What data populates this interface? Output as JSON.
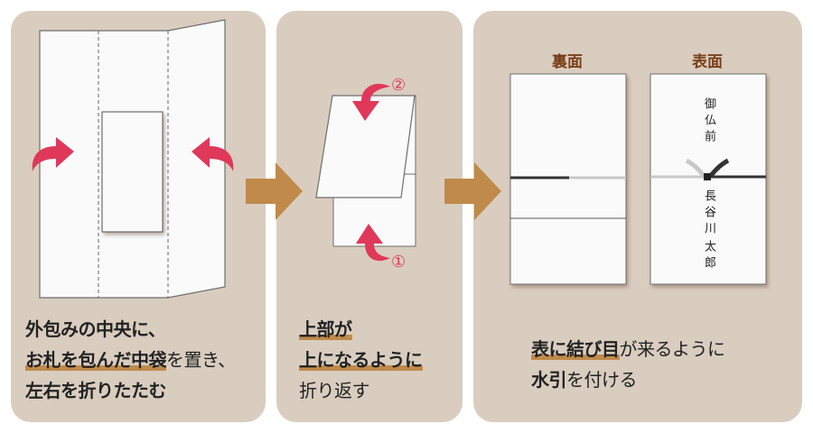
{
  "colors": {
    "panel_bg": "#d9cdbf",
    "step_arrow": "#c08a4a",
    "fold_arrow": "#e0385a",
    "underline": "#c08a4a",
    "face_label": "#7a3f1a",
    "paper": "#fafafa"
  },
  "steps": [
    {
      "id": 1,
      "caption": {
        "line1": "外包みの中央に、",
        "line2_highlight": "お札を包んだ中袋",
        "line2_rest": "を置き、",
        "line3": "左右を折りたたむ"
      },
      "icons": [
        "curved-arrow-right-icon",
        "curved-arrow-left-icon"
      ]
    },
    {
      "id": 2,
      "caption": {
        "line1_highlight": "上部が",
        "line2_highlight": "上になるように",
        "line3": "折り返す"
      },
      "markers": [
        "②",
        "①"
      ]
    },
    {
      "id": 3,
      "faces": {
        "back_label": "裏面",
        "front_label": "表面"
      },
      "front_text": {
        "title": "御仏前",
        "name_family": "長谷川",
        "name_given": "太郎"
      },
      "caption": {
        "line1_highlight": "表に結び目",
        "line1_rest": "が来るように",
        "line2_bold": "水引",
        "line2_rest": "を付ける"
      }
    }
  ]
}
